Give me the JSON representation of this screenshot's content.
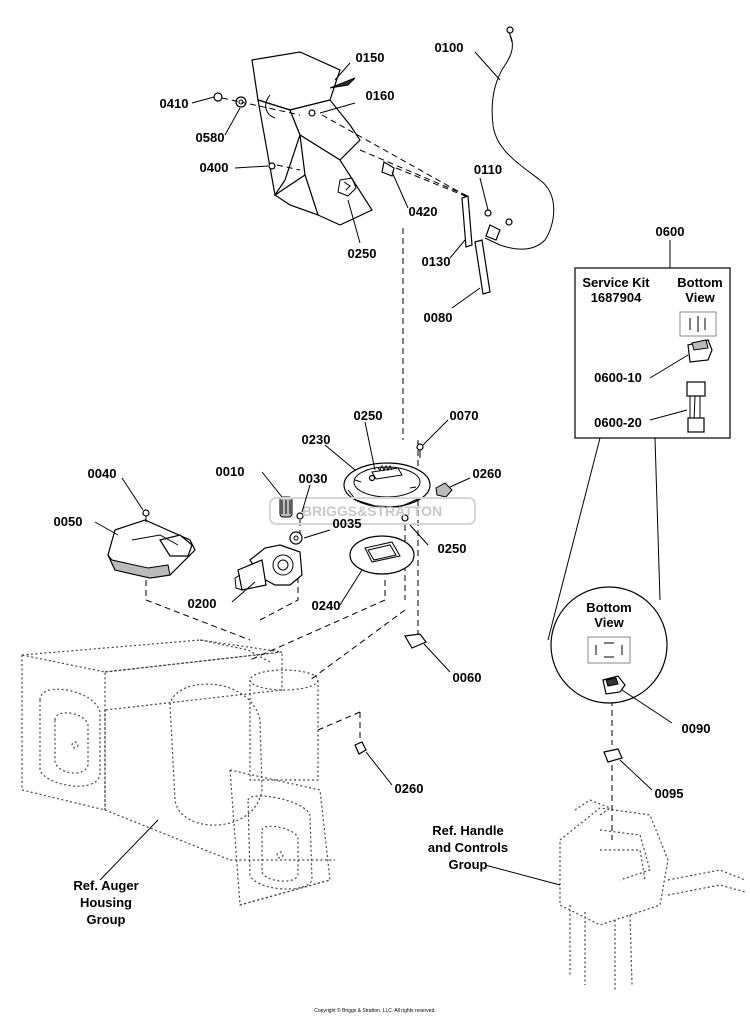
{
  "callouts": [
    {
      "id": "0150",
      "text": "0150"
    },
    {
      "id": "0100",
      "text": "0100"
    },
    {
      "id": "0410",
      "text": "0410"
    },
    {
      "id": "0160",
      "text": "0160"
    },
    {
      "id": "0580",
      "text": "0580"
    },
    {
      "id": "0400",
      "text": "0400"
    },
    {
      "id": "0110",
      "text": "0110"
    },
    {
      "id": "0420",
      "text": "0420"
    },
    {
      "id": "0250a",
      "text": "0250"
    },
    {
      "id": "0130",
      "text": "0130"
    },
    {
      "id": "0080",
      "text": "0080"
    },
    {
      "id": "0600",
      "text": "0600"
    },
    {
      "id": "0600-10",
      "text": "0600-10"
    },
    {
      "id": "0600-20",
      "text": "0600-20"
    },
    {
      "id": "0250b",
      "text": "0250"
    },
    {
      "id": "0070",
      "text": "0070"
    },
    {
      "id": "0230",
      "text": "0230"
    },
    {
      "id": "0010",
      "text": "0010"
    },
    {
      "id": "0030",
      "text": "0030"
    },
    {
      "id": "0260a",
      "text": "0260"
    },
    {
      "id": "0040",
      "text": "0040"
    },
    {
      "id": "0050",
      "text": "0050"
    },
    {
      "id": "0035",
      "text": "0035"
    },
    {
      "id": "0250c",
      "text": "0250"
    },
    {
      "id": "0200",
      "text": "0200"
    },
    {
      "id": "0240",
      "text": "0240"
    },
    {
      "id": "0060",
      "text": "0060"
    },
    {
      "id": "0090",
      "text": "0090"
    },
    {
      "id": "0260b",
      "text": "0260"
    },
    {
      "id": "0095",
      "text": "0095"
    }
  ],
  "service_kit": {
    "title_line1": "Service Kit",
    "title_line2": "1687904",
    "bottom_view_line1": "Bottom",
    "bottom_view_line2": "View"
  },
  "detail_circle": {
    "bottom_view_line1": "Bottom",
    "bottom_view_line2": "View"
  },
  "references": {
    "auger_line1": "Ref. Auger",
    "auger_line2": "Housing",
    "auger_line3": "Group",
    "handle_line1": "Ref. Handle",
    "handle_line2": "and Controls",
    "handle_line3": "Group"
  },
  "watermark": "BRIGGS&STRATTON",
  "copyright": "Copyright © Briggs & Stratton, LLC. All rights reserved."
}
